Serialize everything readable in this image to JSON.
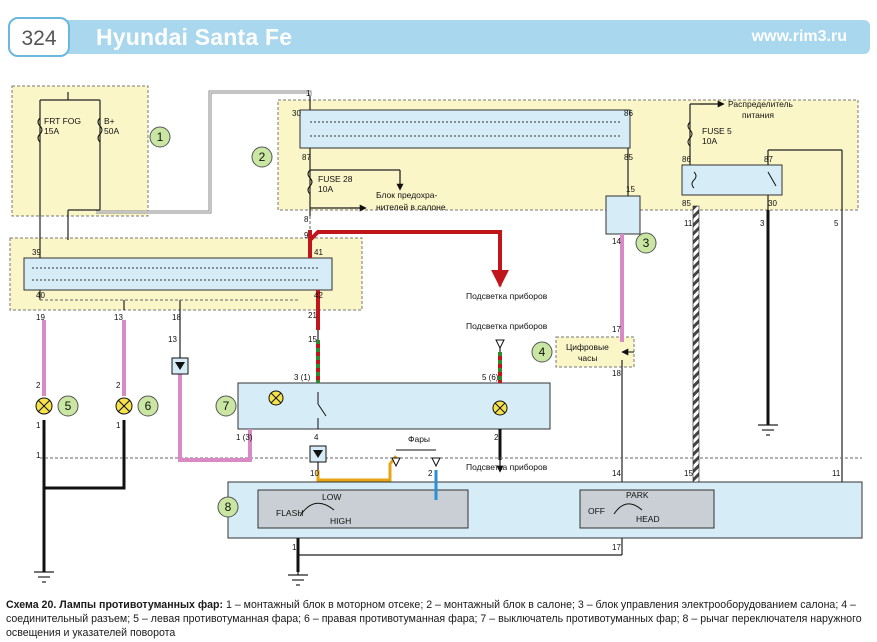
{
  "header": {
    "page_number": "324",
    "title": "Hyundai Santa Fe",
    "site": "www.rim3.ru"
  },
  "caption": {
    "bold": "Схема 20. Лампы противотуманных фар:",
    "text": "1 – монтажный блок в моторном отсеке; 2 – монтажный блок в салоне; 3 – блок управления электрооборудованием салона; 4 – соединительный разъем; 5 – левая противотуманная фара; 6 – правая противотуманная фара; 7 – выключатель противотуманных фар; 8 – рычаг переключателя наружного освещения и указателей поворота"
  },
  "diagram": {
    "component_numbers": [
      "1",
      "2",
      "3",
      "4",
      "5",
      "6",
      "7",
      "8"
    ],
    "fuses": {
      "frt_fog_name": "FRT FOG",
      "frt_fog_amp": "15A",
      "bplus_name": "B+",
      "bplus_amp": "50A",
      "fuse28_name": "FUSE 28",
      "fuse28_amp": "10A",
      "fuse5_name": "FUSE 5",
      "fuse5_amp": "10A"
    },
    "labels": {
      "power_distributor_1": "Распределитель",
      "power_distributor_2": "питания",
      "cabin_fuse_block_1": "Блок предохра-",
      "cabin_fuse_block_2": "нителей в салоне",
      "instrument_light_1": "Подсветка приборов",
      "instrument_light_2": "Подсветка приборов",
      "instrument_light_3": "Подсветка приборов",
      "digital_clock_1": "Цифровые",
      "digital_clock_2": "часы",
      "headlights": "Фары",
      "flash": "FLASH",
      "low": "LOW",
      "high": "HIGH",
      "off": "OFF",
      "park": "PARK",
      "head": "HEAD"
    },
    "pins": {
      "p1": "1",
      "p30a": "30",
      "p86a": "86",
      "p87a": "87",
      "p85a": "85",
      "p8": "8",
      "p9": "9",
      "p41": "41",
      "p42": "42",
      "p21": "21",
      "p15a": "15",
      "p39": "39",
      "p40": "40",
      "p19": "19",
      "p13a": "13",
      "p18": "18",
      "p13b": "13",
      "p2a": "2",
      "p1a": "1",
      "p2b": "2",
      "p1b": "1",
      "p15b": "15",
      "p14a": "14",
      "p17a": "17",
      "p18b": "18",
      "p86b": "86",
      "p87b": "87",
      "p85b": "85",
      "p30b": "30",
      "p11a": "11",
      "p3": "3",
      "p5": "5",
      "p3_1": "3 (1)",
      "p5_6": "5 (6)",
      "p1_3": "1 (3)",
      "p4": "4",
      "p2c": "2",
      "p10": "10",
      "p2d": "2",
      "p14b": "14",
      "p15c": "15",
      "p11b": "11",
      "p1c": "1",
      "p17b": "17",
      "p1d": "1"
    }
  }
}
